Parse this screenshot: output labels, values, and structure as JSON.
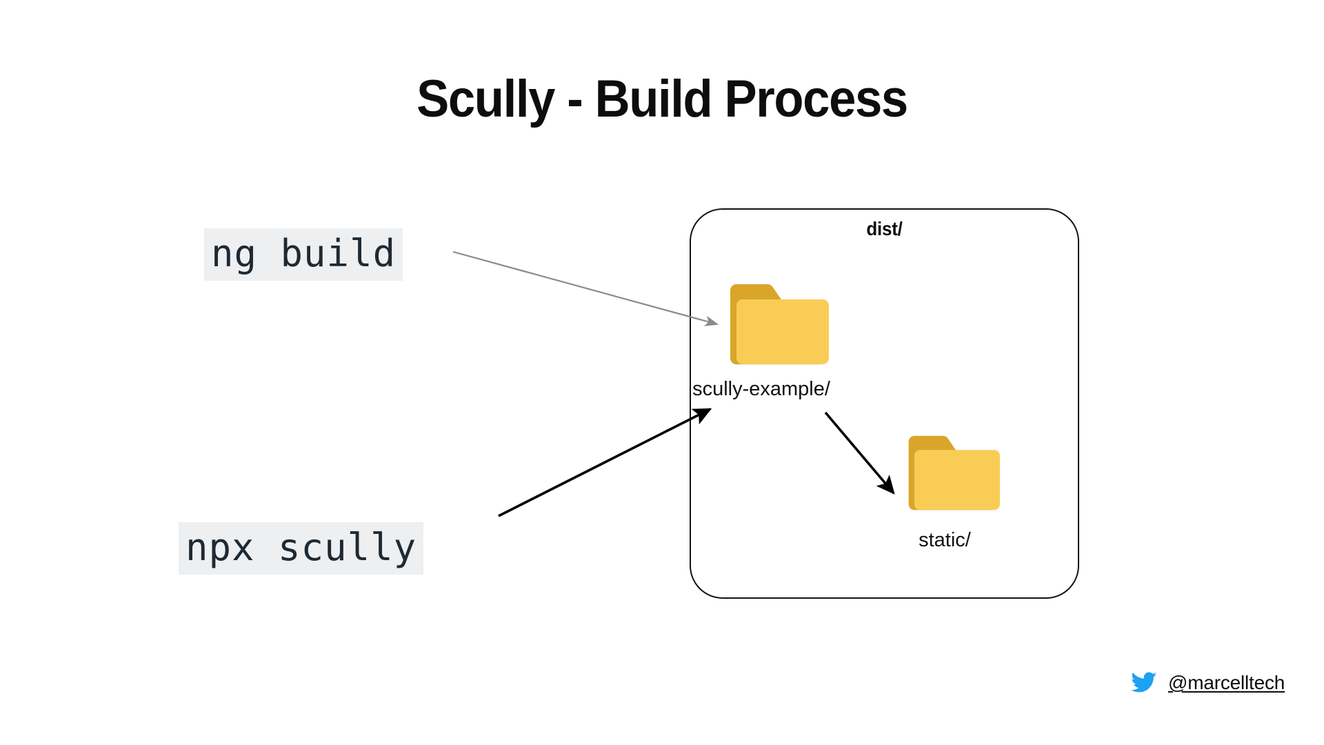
{
  "slide": {
    "title": "Scully - Build Process",
    "background_color": "#ffffff"
  },
  "commands": [
    {
      "id": "ng-build",
      "text": "ng build",
      "chip_background": "#edeff1",
      "text_color": "#1f2933"
    },
    {
      "id": "npx-scully",
      "text": "npx scully",
      "chip_background": "#edeff1",
      "text_color": "#1f2933"
    }
  ],
  "dist_container": {
    "label": "dist/",
    "border_color": "#131313",
    "folders": [
      {
        "id": "scully-example",
        "label": "scully-example/",
        "icon": "folder-icon",
        "tab_color": "#d9a52b",
        "body_color": "#f9cd55"
      },
      {
        "id": "static",
        "label": "static/",
        "icon": "folder-icon",
        "tab_color": "#d9a52b",
        "body_color": "#f9cd55"
      }
    ]
  },
  "arrows": [
    {
      "id": "ng-build-to-scully-example",
      "from": "ng build",
      "to": "scully-example/",
      "color": "#8a8a8a",
      "style": "thin"
    },
    {
      "id": "npx-scully-to-dist",
      "from": "npx scully",
      "to": "dist/",
      "color": "#000000",
      "style": "thick"
    },
    {
      "id": "scully-example-to-static",
      "from": "scully-example/",
      "to": "static/",
      "color": "#000000",
      "style": "thick"
    }
  ],
  "footer": {
    "icon": "twitter-bird-icon",
    "icon_color": "#1da1f2",
    "handle": "@marcelltech"
  }
}
